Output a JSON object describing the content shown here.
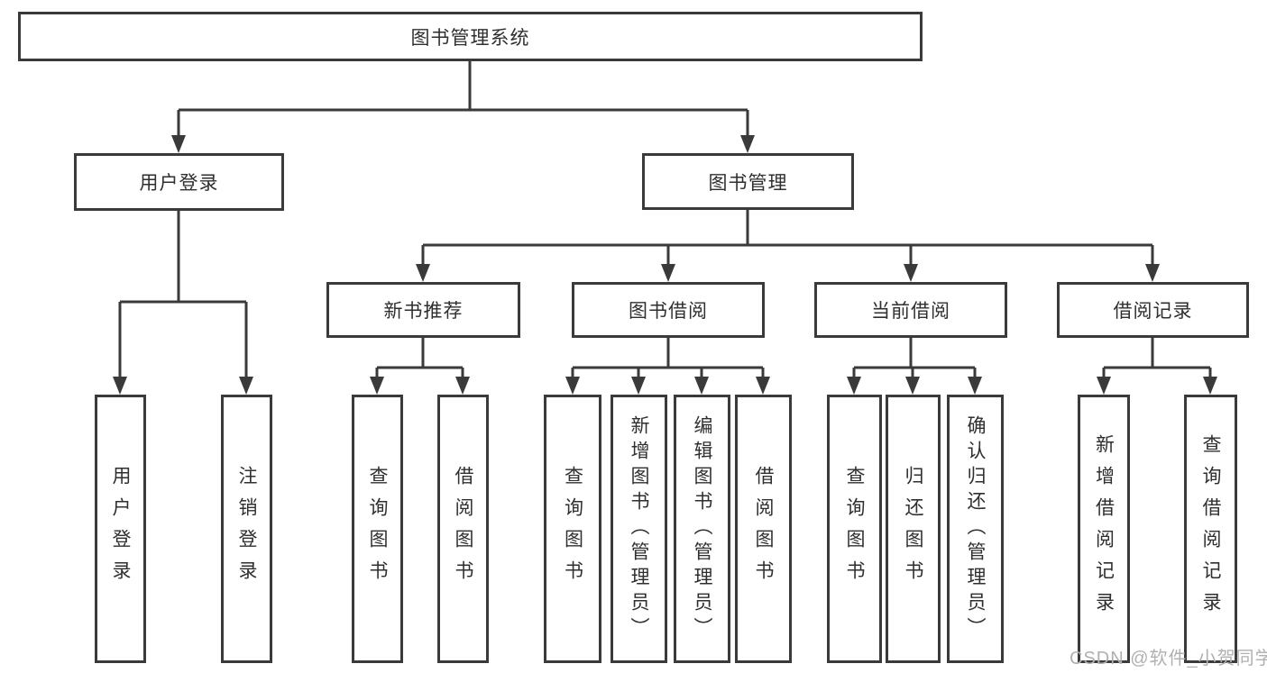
{
  "diagram": {
    "root": {
      "label": "图书管理系统"
    },
    "level2": [
      {
        "label": "用户登录"
      },
      {
        "label": "图书管理"
      }
    ],
    "level3": [
      {
        "label": "新书推荐",
        "parent": "图书管理"
      },
      {
        "label": "图书借阅",
        "parent": "图书管理"
      },
      {
        "label": "当前借阅",
        "parent": "图书管理"
      },
      {
        "label": "借阅记录",
        "parent": "图书管理"
      }
    ],
    "leaves": [
      {
        "label": "用户登录",
        "parent": "用户登录"
      },
      {
        "label": "注销登录",
        "parent": "用户登录"
      },
      {
        "label": "查询图书",
        "parent": "新书推荐"
      },
      {
        "label": "借阅图书",
        "parent": "新书推荐"
      },
      {
        "label": "查询图书",
        "parent": "图书借阅"
      },
      {
        "label": "新增图书（管理员）",
        "parent": "图书借阅"
      },
      {
        "label": "编辑图书（管理员）",
        "parent": "图书借阅"
      },
      {
        "label": "借阅图书",
        "parent": "图书借阅"
      },
      {
        "label": "查询图书",
        "parent": "当前借阅"
      },
      {
        "label": "归还图书",
        "parent": "当前借阅"
      },
      {
        "label": "确认归还（管理员）",
        "parent": "当前借阅"
      },
      {
        "label": "新增借阅记录",
        "parent": "借阅记录"
      },
      {
        "label": "查询借阅记录",
        "parent": "借阅记录"
      }
    ],
    "watermark": "CSDN @软件_小贺同学",
    "colors": {
      "line": "#3a3a3a",
      "border": "#3a3a3a",
      "text": "#2f2f2f",
      "watermark": "#b0b0b0",
      "background": "#ffffff"
    }
  }
}
